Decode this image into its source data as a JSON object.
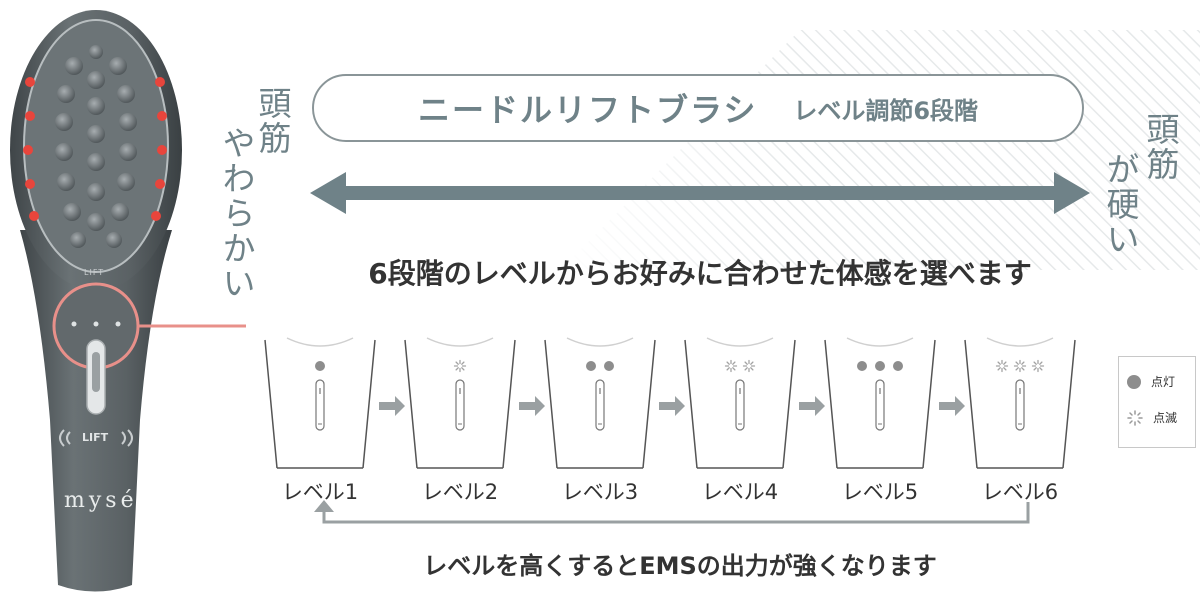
{
  "scale_left": {
    "col1": "頭筋",
    "col2": "やわらかい"
  },
  "scale_right": {
    "col1": "頭筋",
    "col2": "が硬い"
  },
  "title_pill": {
    "main": "ニードルリフトブラシ",
    "sub": "レベル調節6段階"
  },
  "headline": "6段階のレベルからお好みに合わせた体感を選べます",
  "levels": [
    {
      "label": "レベル1",
      "lit": 1,
      "blink": 0
    },
    {
      "label": "レベル2",
      "lit": 0,
      "blink": 1
    },
    {
      "label": "レベル3",
      "lit": 2,
      "blink": 0
    },
    {
      "label": "レベル4",
      "lit": 0,
      "blink": 2
    },
    {
      "label": "レベル5",
      "lit": 3,
      "blink": 0
    },
    {
      "label": "レベル6",
      "lit": 0,
      "blink": 3
    }
  ],
  "footer": "レベルを高くするとEMSの出力が強くなります",
  "legend": {
    "on": "点灯",
    "blink": "点滅"
  },
  "device": {
    "lift_label": "LIFT",
    "lift_label_2": "LIFT",
    "brand": "mysé"
  },
  "colors": {
    "accent": "#6f8288",
    "led": "#e8453c",
    "ring": "#e8908a",
    "device": "#5b6366"
  }
}
